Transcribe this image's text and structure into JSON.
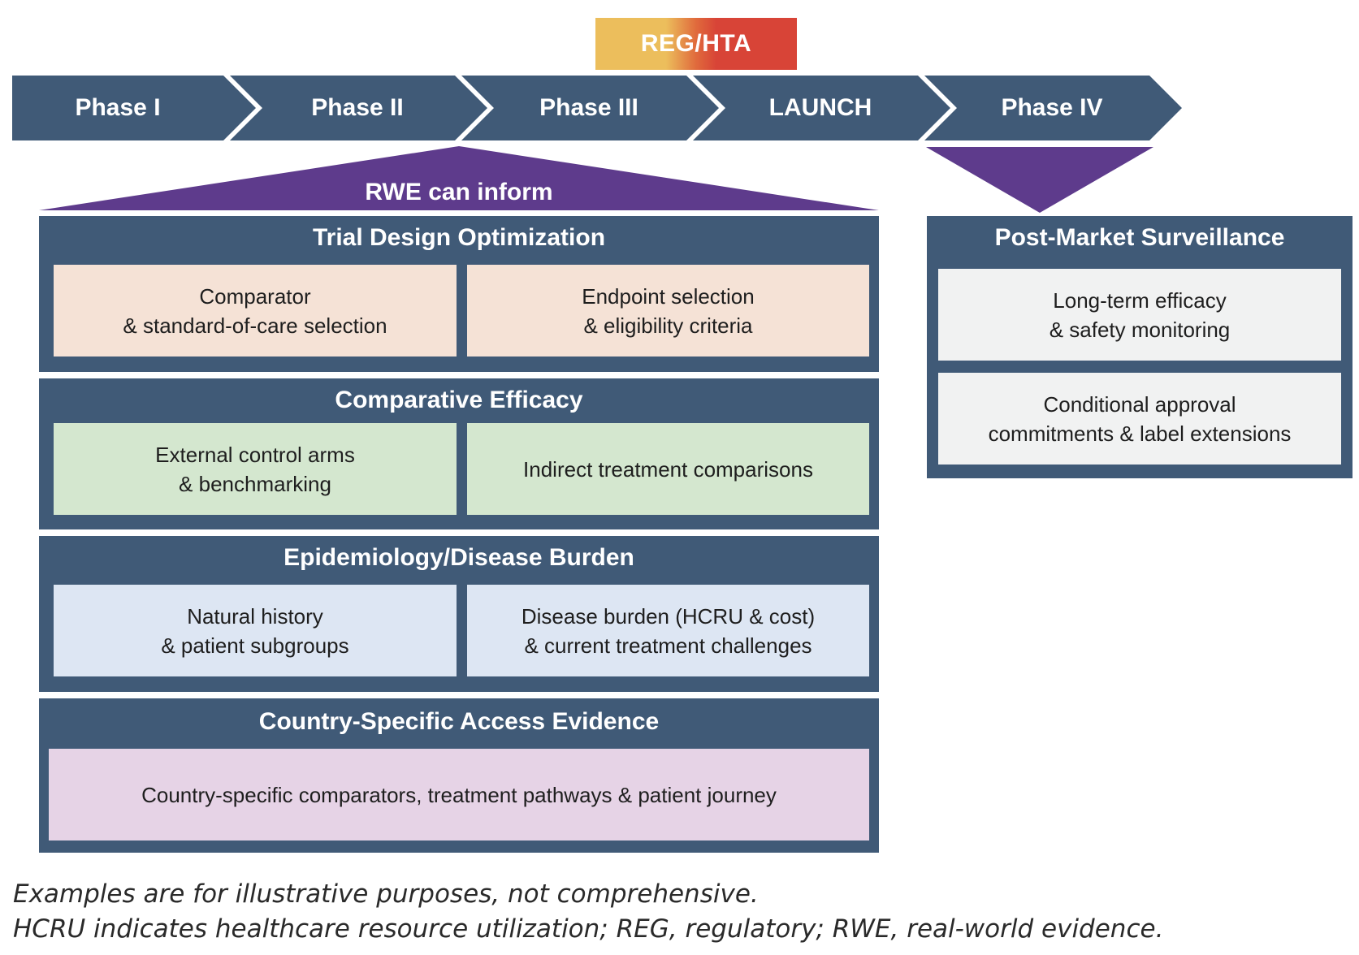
{
  "reg_hta": "REG/HTA",
  "phases": [
    "Phase I",
    "Phase II",
    "Phase III",
    "LAUNCH",
    "Phase IV"
  ],
  "rwe_label": "RWE can inform",
  "sections": [
    {
      "title": "Trial Design Optimization",
      "cards": [
        "Comparator\n& standard-of-care selection",
        "Endpoint selection\n& eligibility criteria"
      ]
    },
    {
      "title": "Comparative Efficacy",
      "cards": [
        "External control arms\n& benchmarking",
        "Indirect treatment comparisons"
      ]
    },
    {
      "title": "Epidemiology/Disease Burden",
      "cards": [
        "Natural history\n& patient subgroups",
        "Disease burden (HCRU & cost)\n& current treatment challenges"
      ]
    },
    {
      "title": "Country-Specific Access Evidence",
      "cards": [
        "Country-specific comparators, treatment pathways & patient journey"
      ]
    }
  ],
  "post_market": {
    "title": "Post-Market Surveillance",
    "cards": [
      "Long-term efficacy\n& safety monitoring",
      "Conditional approval\ncommitments & label extensions"
    ]
  },
  "footnotes": [
    "Examples are for illustrative purposes, not comprehensive.",
    "HCRU indicates healthcare resource utilization; REG, regulatory; RWE, real-world evidence."
  ],
  "colors": {
    "navy": "#405a77",
    "purple": "#5e3b8c",
    "reg_yellow": "#ecbe5c",
    "reg_red": "#d84437"
  }
}
